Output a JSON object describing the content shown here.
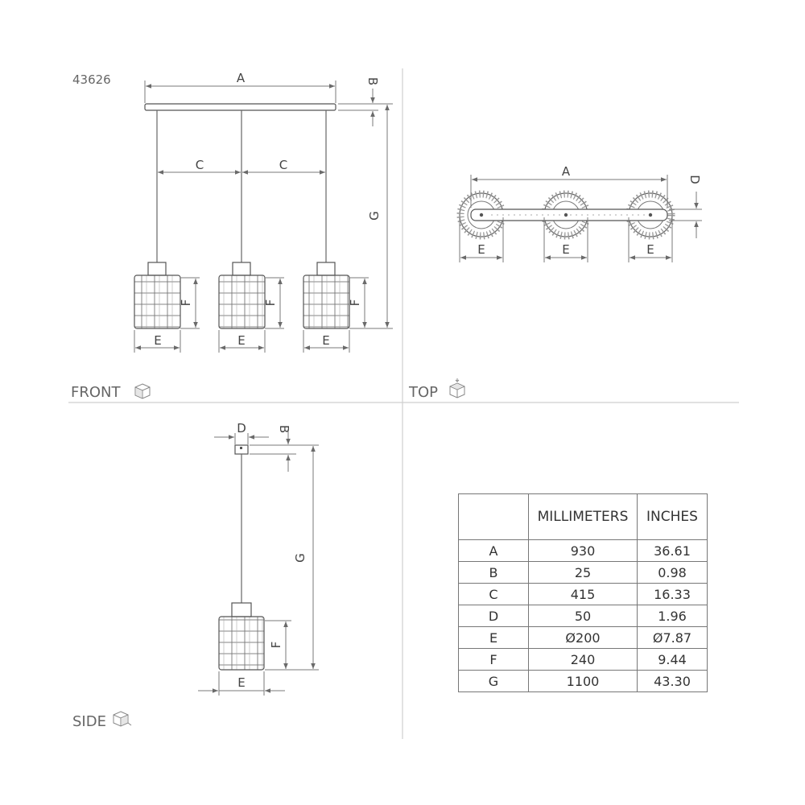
{
  "product_code": "43626",
  "views": {
    "front": "FRONT",
    "top": "TOP",
    "side": "SIDE"
  },
  "icons": {
    "front": "cube-front-icon",
    "top": "cube-top-icon",
    "side": "cube-side-icon"
  },
  "dimension_labels": {
    "A": "A",
    "B": "B",
    "C": "C",
    "D": "D",
    "E": "E",
    "F": "F",
    "G": "G"
  },
  "table": {
    "headers": [
      "",
      "MILLIMETERS",
      "INCHES"
    ],
    "rows": [
      {
        "dim": "A",
        "mm": "930",
        "in": "36.61"
      },
      {
        "dim": "B",
        "mm": "25",
        "in": "0.98"
      },
      {
        "dim": "C",
        "mm": "415",
        "in": "16.33"
      },
      {
        "dim": "D",
        "mm": "50",
        "in": "1.96"
      },
      {
        "dim": "E",
        "mm": "Ø200",
        "in": "Ø7.87"
      },
      {
        "dim": "F",
        "mm": "240",
        "in": "9.44"
      },
      {
        "dim": "G",
        "mm": "1100",
        "in": "43.30"
      }
    ]
  }
}
